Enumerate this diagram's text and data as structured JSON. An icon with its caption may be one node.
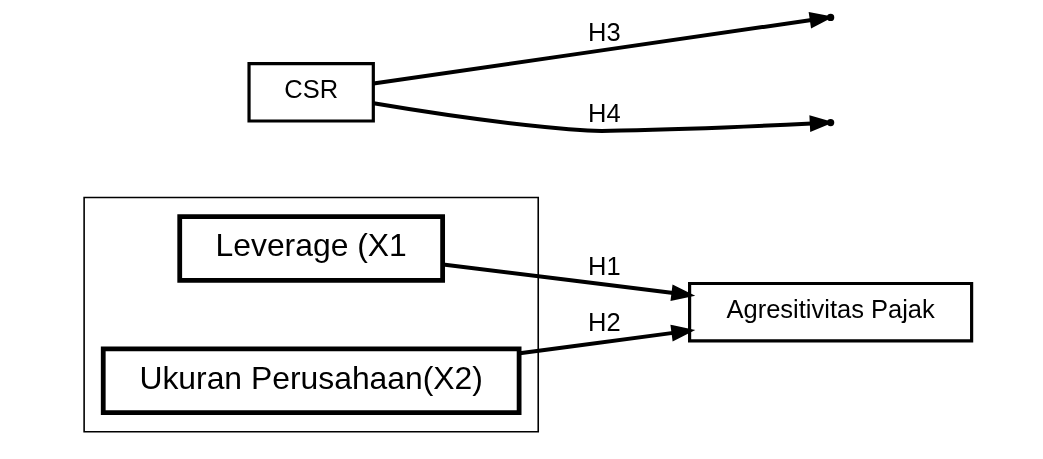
{
  "diagram": {
    "nodes": [
      {
        "text": [],
        "shape": "box"
      },
      {
        "text": [
          "Leverage (X1"
        ],
        "in": 0
      },
      {
        "text": [
          "Ukuran Perusahaan(X2)"
        ],
        "in": 0
      },
      {
        "text": [
          "Agresitivitas Pajak"
        ]
      },
      {
        "text": [
          "CSR"
        ]
      }
    ],
    "edges": [
      {
        "from": 1,
        "to": 3,
        "arrow": "to",
        "label": "H1"
      },
      {
        "from": 2,
        "to": 3,
        "arrow": "to",
        "label": "H2"
      },
      {
        "from": 4,
        "to": null,
        "arrow": "to",
        "label": "H3"
      },
      {
        "from": 4,
        "to": null,
        "arrow": "to",
        "label": "H4"
      }
    ]
  }
}
